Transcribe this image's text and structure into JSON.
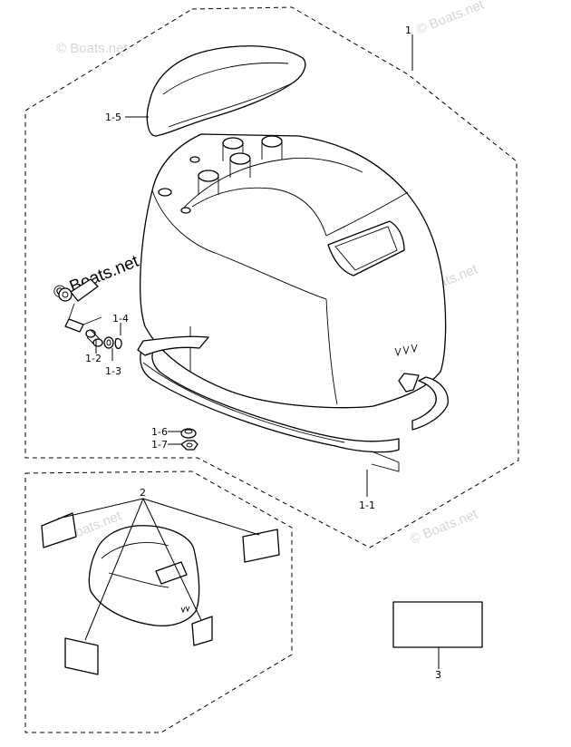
{
  "watermark": "© Boats.net",
  "labels": {
    "p1": "1",
    "p1_1": "1-1",
    "p1_2": "1-2",
    "p1_3": "1-3",
    "p1_4": "1-4",
    "p1_5": "1-5",
    "p1_6": "1-6",
    "p1_7": "1-7",
    "p2": "2",
    "p3": "3"
  }
}
